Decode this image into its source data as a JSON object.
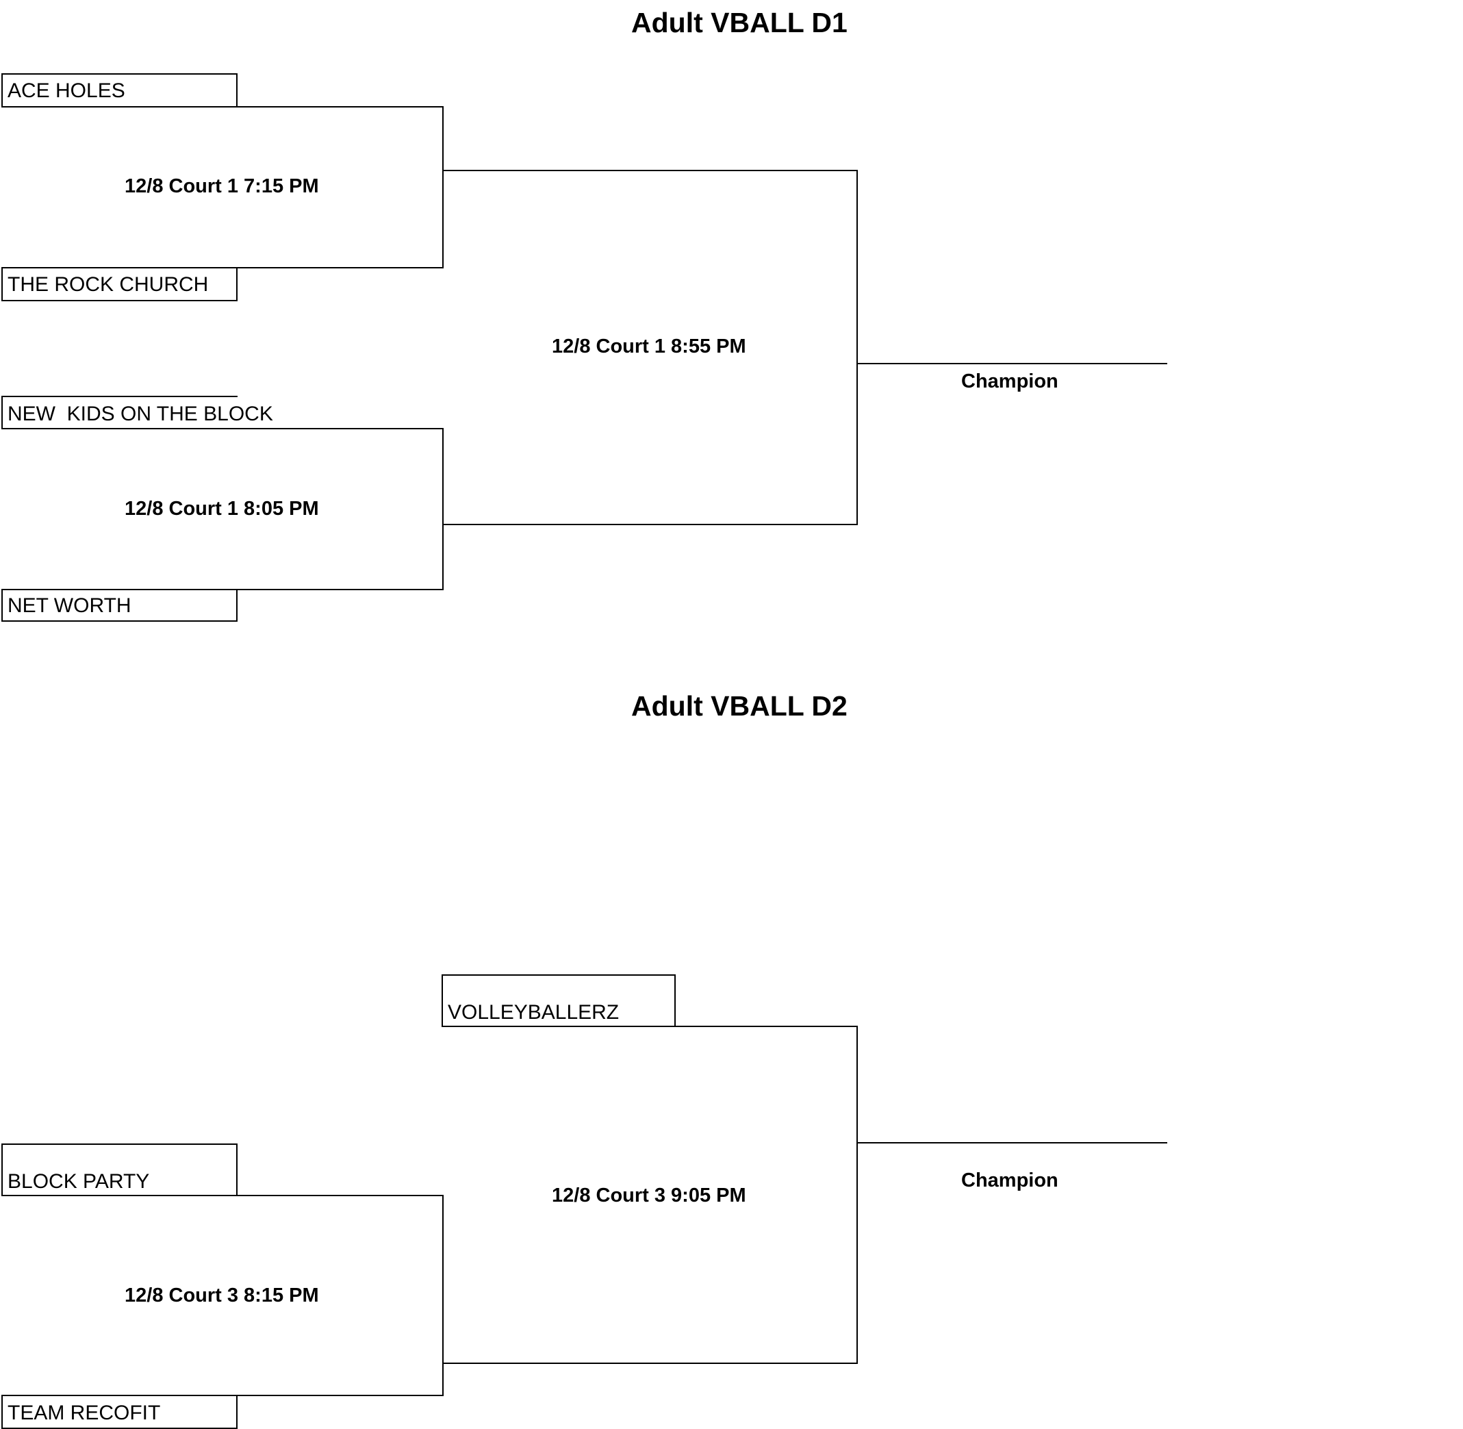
{
  "d1": {
    "title": "Adult VBALL D1",
    "teams": [
      "ACE HOLES",
      "THE ROCK CHURCH",
      "NEW  KIDS ON THE BLOCK",
      "NET WORTH"
    ],
    "games": [
      "12/8 Court 1 7:15 PM",
      "12/8 Court 1 8:05 PM",
      "12/8 Court 1 8:55 PM"
    ],
    "champion_label": "Champion"
  },
  "d2": {
    "title": "Adult VBALL D2",
    "teams": [
      "VOLLEYBALLERZ",
      "BLOCK PARTY",
      "TEAM RECOFIT"
    ],
    "games": [
      "12/8 Court 3 8:15 PM",
      "12/8 Court 3 9:05 PM"
    ],
    "champion_label": "Champion"
  }
}
